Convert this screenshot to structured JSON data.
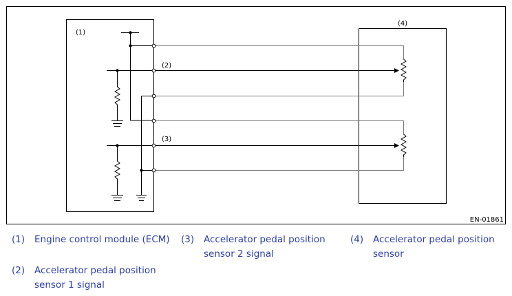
{
  "diagram": {
    "figure_code": "EN-01861",
    "callouts": {
      "ecm": "(1)",
      "sensor1_signal": "(2)",
      "sensor2_signal": "(3)",
      "pedal_sensor": "(4)"
    }
  },
  "legend": [
    {
      "num": "(1)",
      "lines": [
        "Engine control module (ECM)"
      ]
    },
    {
      "num": "(2)",
      "lines": [
        "Accelerator pedal position",
        "sensor 1 signal"
      ]
    },
    {
      "num": "(3)",
      "lines": [
        "Accelerator pedal position",
        "sensor 2 signal"
      ]
    },
    {
      "num": "(4)",
      "lines": [
        "Accelerator pedal position",
        "sensor"
      ]
    }
  ],
  "colors": {
    "line": "#000000",
    "wire": "#7a7a7a",
    "legend_text": "#2b3fae"
  }
}
